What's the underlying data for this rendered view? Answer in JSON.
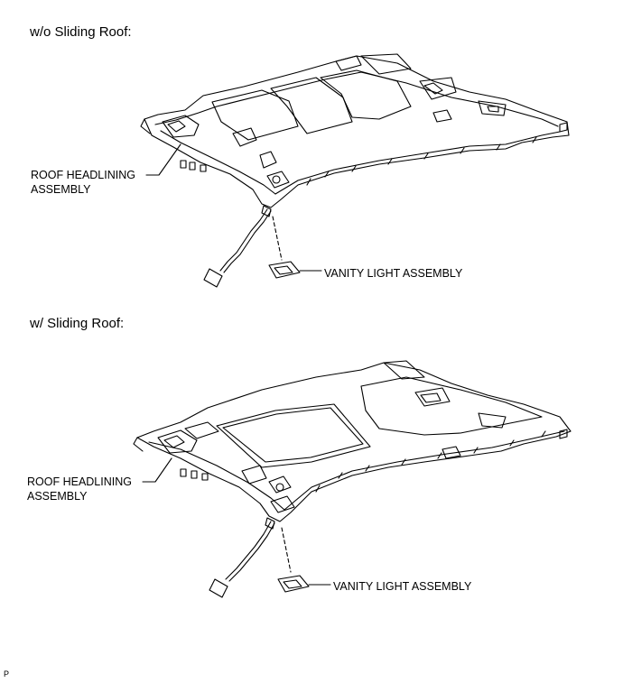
{
  "sections": [
    {
      "title": "w/o Sliding Roof:",
      "headlining_label": [
        "ROOF HEADLINING",
        "ASSEMBLY"
      ],
      "vanity_label": "VANITY LIGHT ASSEMBLY"
    },
    {
      "title": "w/ Sliding Roof:",
      "headlining_label": [
        "ROOF HEADLINING",
        "ASSEMBLY"
      ],
      "vanity_label": "VANITY LIGHT ASSEMBLY"
    }
  ],
  "footer": {
    "code": "P"
  }
}
